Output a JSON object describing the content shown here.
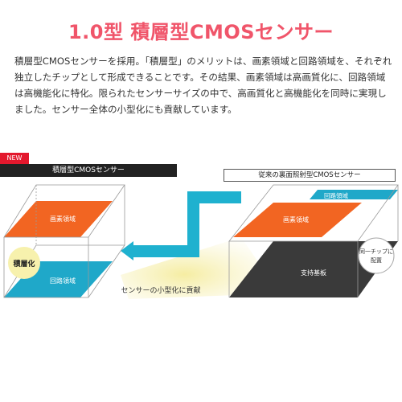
{
  "title": "1.0型 積層型CMOSセンサー",
  "description": "積層型CMOSセンサーを採用。「積層型」のメリットは、画素領域と回路領域を、それぞれ独立したチップとして形成できることです。その結果、画素領域は高画質化に、回路領域は高機能化に特化。限られたセンサーサイズの中で、高画質化と高機能化を同時に実現しました。センサー全体の小型化にも貢献しています。",
  "diagram": {
    "new_badge": "NEW",
    "stacked_header": "積層型CMOSセンサー",
    "conventional_header": "従来の裏面照射型CMOSセンサー",
    "stacked_pixel_label": "画素領域",
    "stacked_circuit_label": "回路領域",
    "stacked_badge": "積層化",
    "conventional_circuit_label": "回路領域",
    "conventional_pixel_label": "画素領域",
    "conventional_substrate_label": "支持基板",
    "same_chip_badge_line1": "同一チップに",
    "same_chip_badge_line2": "配置",
    "downsizing_label": "センサーの小型化に貢献",
    "colors": {
      "title": "#f0556a",
      "pixel": "#f26522",
      "circuit": "#1fa8c9",
      "substrate": "#3a3a3a",
      "arrow": "#1fb1cf",
      "glow": "#f6f0a8",
      "new_badge": "#e3182d"
    }
  }
}
